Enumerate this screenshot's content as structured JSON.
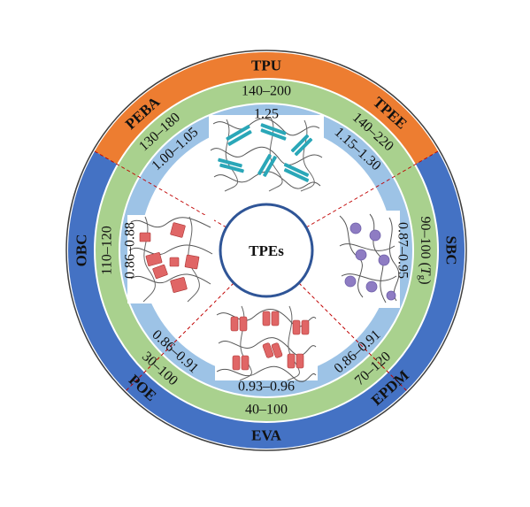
{
  "center": {
    "label": "TPEs"
  },
  "colors": {
    "outer_orange": "#ed7d31",
    "outer_blue": "#4472c4",
    "middle_green": "#a9d18e",
    "inner_blue": "#9dc3e6",
    "center_ring": "#2f5597",
    "divider": "#c00000",
    "ring_edge": "#ffffff",
    "outer_edge": "#404040"
  },
  "outer_ring": {
    "items": [
      {
        "name": "TPU",
        "color": "orange"
      },
      {
        "name": "TPEE",
        "color": "orange"
      },
      {
        "name": "SBC",
        "color": "blue"
      },
      {
        "name": "EPDM",
        "color": "blue"
      },
      {
        "name": "EVA",
        "color": "blue"
      },
      {
        "name": "POE",
        "color": "blue"
      },
      {
        "name": "OBC",
        "color": "blue"
      },
      {
        "name": "PEBA",
        "color": "orange"
      }
    ]
  },
  "middle_ring": {
    "items": [
      {
        "value": "140–200"
      },
      {
        "value": "140–220"
      },
      {
        "value": "90–100 (",
        "suffix_italic": "T",
        "suffix_sub": "g",
        "suffix_end": ")"
      },
      {
        "value": "70–120"
      },
      {
        "value": "40–100"
      },
      {
        "value": "30–100"
      },
      {
        "value": "110–120"
      },
      {
        "value": "130–180"
      }
    ]
  },
  "inner_ring": {
    "items": [
      {
        "value": "1.25"
      },
      {
        "value": "1.15–1.30"
      },
      {
        "value": "0.87–0.95"
      },
      {
        "value": "0.86–0.91"
      },
      {
        "value": "0.93–0.96"
      },
      {
        "value": "0.86–0.91"
      },
      {
        "value": "0.86–0.88"
      },
      {
        "value": "1.00–1.05"
      }
    ]
  },
  "sectors": [
    {
      "name": "hard-segment-crystal",
      "description_icon": "rod-bundle-icon"
    },
    {
      "name": "sbc-domain",
      "description_icon": "sphere-domain-icon"
    },
    {
      "name": "polyolefin-crystal",
      "description_icon": "lamella-stack-icon"
    },
    {
      "name": "obc-crystal",
      "description_icon": "block-crystal-icon"
    }
  ]
}
